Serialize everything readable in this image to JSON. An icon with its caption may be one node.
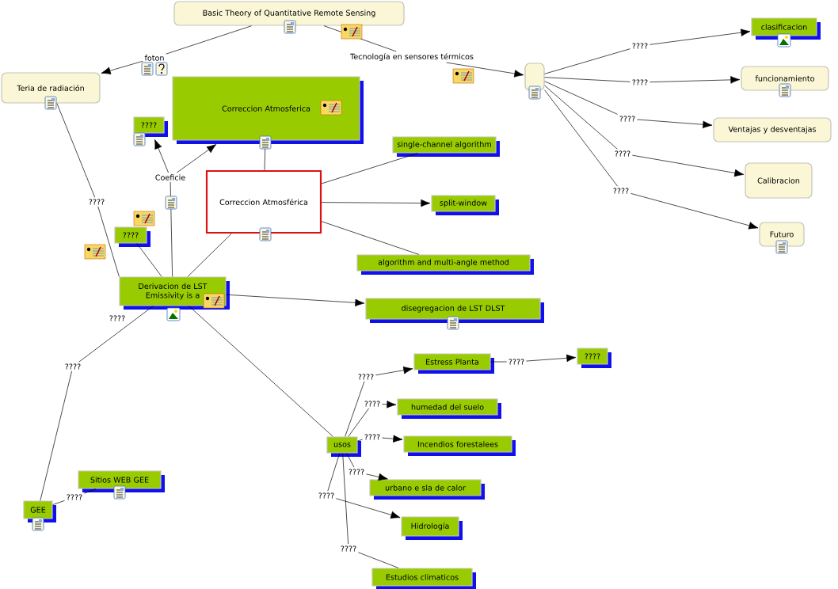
{
  "diagram": {
    "nodes": [
      {
        "text": [
          "Basic Theory of Quantitative Remote Sensing"
        ]
      },
      {
        "text": [
          "Teria de radiación"
        ]
      },
      {
        "text": [
          "Correccion Atmosferica"
        ]
      },
      {
        "text": [
          "????"
        ]
      },
      {
        "text": [
          "Correccion Atmosférica"
        ]
      },
      {
        "text": [
          "single-channel algorithm"
        ]
      },
      {
        "text": [
          "split-window"
        ]
      },
      {
        "text": [
          "algorithm and multi-angle method"
        ]
      },
      {
        "text": [
          "????"
        ]
      },
      {
        "text": [
          "Derivacion de LST Emissivity is a"
        ]
      },
      {
        "text": [
          "disegregacion de LST DLST"
        ]
      },
      {
        "text": [
          "usos"
        ]
      },
      {
        "text": [
          "Estress Planta"
        ]
      },
      {
        "text": [
          "????"
        ]
      },
      {
        "text": [
          "humedad del suelo"
        ]
      },
      {
        "text": [
          "Incendios forestalees"
        ]
      },
      {
        "text": [
          "urbano e sla de calor"
        ]
      },
      {
        "text": [
          "Hidrología"
        ]
      },
      {
        "text": [
          "Estudios climaticos"
        ]
      },
      {
        "text": [
          "GEE"
        ]
      },
      {
        "text": [
          "Sitios WEB GEE"
        ]
      },
      {
        "text": [],
        "shape": "box"
      },
      {
        "text": [
          "clasificacion"
        ]
      },
      {
        "text": [
          "funcionamiento"
        ]
      },
      {
        "text": [
          "Ventajas y desventajas"
        ]
      },
      {
        "text": [
          "Calibracion"
        ]
      },
      {
        "text": [
          "Futuro"
        ]
      },
      {
        "text": [
          "foton"
        ]
      },
      {
        "text": [
          "Tecnología en sensores térmicos"
        ]
      },
      {
        "text": [
          "????"
        ]
      },
      {
        "text": [
          "????"
        ]
      },
      {
        "text": [
          "????"
        ]
      },
      {
        "text": [
          "????"
        ]
      },
      {
        "text": [
          "????"
        ]
      },
      {
        "text": [
          "Coeficie"
        ]
      },
      {
        "text": [
          "????"
        ]
      },
      {
        "text": [
          "????"
        ]
      },
      {
        "text": [
          "????"
        ]
      },
      {
        "text": [
          "????"
        ]
      },
      {
        "text": [
          "????"
        ]
      },
      {
        "text": [
          "????"
        ]
      },
      {
        "text": [
          "????"
        ]
      },
      {
        "text": [
          "????"
        ]
      },
      {
        "text": [
          "????"
        ]
      },
      {
        "text": [
          "????"
        ]
      }
    ],
    "edges": [
      {
        "from": 0,
        "to": 27,
        "arrow": "none"
      },
      {
        "from": 27,
        "to": 1,
        "arrow": "to"
      },
      {
        "from": 0,
        "to": 28,
        "arrow": "none"
      },
      {
        "from": 28,
        "to": 21,
        "arrow": "to"
      },
      {
        "from": 21,
        "to": 29,
        "arrow": "none"
      },
      {
        "from": 29,
        "to": 22,
        "arrow": "to"
      },
      {
        "from": 21,
        "to": 30,
        "arrow": "none"
      },
      {
        "from": 30,
        "to": 23,
        "arrow": "to"
      },
      {
        "from": 21,
        "to": 31,
        "arrow": "none"
      },
      {
        "from": 31,
        "to": 24,
        "arrow": "to"
      },
      {
        "from": 21,
        "to": 32,
        "arrow": "none"
      },
      {
        "from": 32,
        "to": 25,
        "arrow": "to"
      },
      {
        "from": 21,
        "to": 33,
        "arrow": "none"
      },
      {
        "from": 33,
        "to": 26,
        "arrow": "to"
      },
      {
        "from": 9,
        "to": 34,
        "arrow": "none"
      },
      {
        "from": 34,
        "to": 3,
        "arrow": "to"
      },
      {
        "from": 34,
        "to": 2,
        "arrow": "to"
      },
      {
        "from": 2,
        "to": 4,
        "arrow": "none"
      },
      {
        "from": 4,
        "to": 5,
        "arrow": "none"
      },
      {
        "from": 4,
        "to": 6,
        "arrow": "to"
      },
      {
        "from": 4,
        "to": 7,
        "arrow": "none"
      },
      {
        "from": 9,
        "to": 4,
        "arrow": "none"
      },
      {
        "from": 1,
        "to": 35,
        "arrow": "none"
      },
      {
        "from": 35,
        "to": 9,
        "arrow": "none"
      },
      {
        "from": 8,
        "to": 9,
        "arrow": "none"
      },
      {
        "from": 9,
        "to": 10,
        "arrow": "to"
      },
      {
        "from": 9,
        "to": 36,
        "arrow": "none"
      },
      {
        "from": 36,
        "to": 19,
        "arrow": "none"
      },
      {
        "from": 19,
        "to": 37,
        "arrow": "none"
      },
      {
        "from": 37,
        "to": 20,
        "arrow": "none"
      },
      {
        "from": 9,
        "to": 11,
        "arrow": "none"
      },
      {
        "from": 11,
        "to": 38,
        "arrow": "none"
      },
      {
        "from": 38,
        "to": 12,
        "arrow": "to"
      },
      {
        "from": 11,
        "to": 39,
        "arrow": "none"
      },
      {
        "from": 39,
        "to": 14,
        "arrow": "to"
      },
      {
        "from": 11,
        "to": 40,
        "arrow": "none"
      },
      {
        "from": 40,
        "to": 15,
        "arrow": "to"
      },
      {
        "from": 11,
        "to": 41,
        "arrow": "none"
      },
      {
        "from": 41,
        "to": 16,
        "arrow": "to"
      },
      {
        "from": 11,
        "to": 42,
        "arrow": "none"
      },
      {
        "from": 42,
        "to": 17,
        "arrow": "to"
      },
      {
        "from": 11,
        "to": 43,
        "arrow": "none"
      },
      {
        "from": 43,
        "to": 18,
        "arrow": "none"
      },
      {
        "from": 12,
        "to": 44,
        "arrow": "none"
      },
      {
        "from": 44,
        "to": 13,
        "arrow": "to"
      }
    ],
    "labels": [
      "????"
    ]
  }
}
